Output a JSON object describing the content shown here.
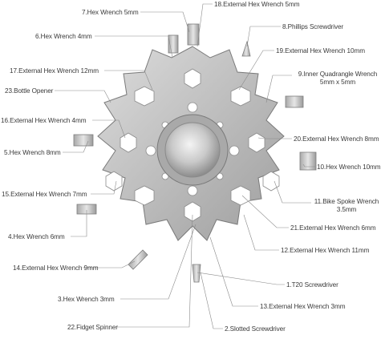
{
  "labels": {
    "l1": "1.T20 Screwdriver",
    "l2": "2.Slotted Screwdriver",
    "l3": "3.Hex Wrench 3mm",
    "l4": "4.Hex Wrench 6mm",
    "l5": "5.Hex Wrench 8mm",
    "l6": "6.Hex Wrench 4mm",
    "l7": "7.Hex Wrench 5mm",
    "l8": "8.Phillips Screwdriver",
    "l9": "9.Inner Quadrangle Wrench 5mm x 5mm",
    "l10": "10.Hex Wrench 10mm",
    "l11": "11.Bike Spoke Wrench 3.5mm",
    "l12": "12.External Hex Wrench 11mm",
    "l13": "13.External Hex Wrench 3mm",
    "l14": "14.External Hex Wrench 9mm",
    "l15": "15.External Hex Wrench 7mm",
    "l16": "16.External Hex Wrench 4mm",
    "l17": "17.External Hex Wrench 12mm",
    "l18": "18.External Hex Wrench 5mm",
    "l19": "19.External Hex Wrench 10mm",
    "l20": "20.External Hex Wrench 8mm",
    "l21": "21.External Hex Wrench 6mm",
    "l22": "22.Fidget Spinner",
    "l23": "23.Bottle Opener"
  }
}
